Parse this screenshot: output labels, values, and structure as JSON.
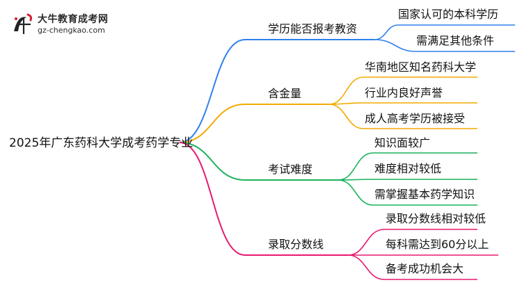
{
  "logo": {
    "name": "大牛教育成考网",
    "url": "gz-chengkao.com"
  },
  "root": "2025年广东药科大学成考药学专业",
  "branches": [
    {
      "label": "学历能否报考教资",
      "color": "#2f80ed",
      "leaves": [
        "国家认可的本科学历",
        "需满足其他条件"
      ]
    },
    {
      "label": "含金量",
      "color": "#f2a900",
      "leaves": [
        "华南地区知名药科大学",
        "行业内良好声誉",
        "成人高考学历被接受"
      ]
    },
    {
      "label": "考试难度",
      "color": "#19b25b",
      "leaves": [
        "知识面较广",
        "难度相对较低",
        "需掌握基本药学知识"
      ]
    },
    {
      "label": "录取分数线",
      "color": "#e8196e",
      "leaves": [
        "录取分数线相对较低",
        "每科需达到60分以上",
        "备考成功机会大"
      ]
    }
  ]
}
